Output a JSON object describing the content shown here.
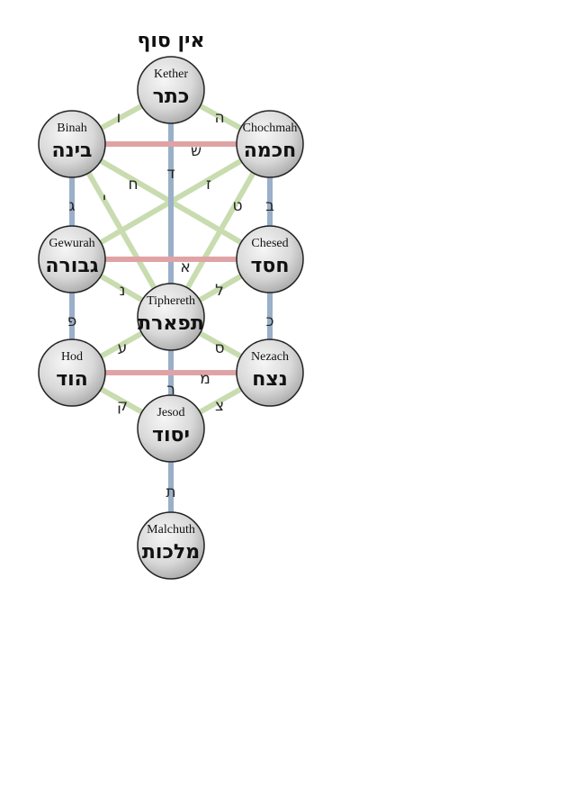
{
  "title": "אין סוף",
  "colors": {
    "vertical": "#9aafc8",
    "horizontal": "#e0a3a5",
    "diagonal": "#c8dcb0",
    "node_stroke": "#222222"
  },
  "sephiroth": [
    {
      "id": "kether",
      "name": "Kether",
      "hebrew": "כתר"
    },
    {
      "id": "binah",
      "name": "Binah",
      "hebrew": "בינה"
    },
    {
      "id": "chochmah",
      "name": "Chochmah",
      "hebrew": "חכמה"
    },
    {
      "id": "gewurah",
      "name": "Gewurah",
      "hebrew": "גבורה"
    },
    {
      "id": "chesed",
      "name": "Chesed",
      "hebrew": "חסד"
    },
    {
      "id": "tiphereth",
      "name": "Tiphereth",
      "hebrew": "תפארת"
    },
    {
      "id": "hod",
      "name": "Hod",
      "hebrew": "הוד"
    },
    {
      "id": "nezach",
      "name": "Nezach",
      "hebrew": "נצח"
    },
    {
      "id": "jesod",
      "name": "Jesod",
      "hebrew": "יסוד"
    },
    {
      "id": "malchuth",
      "name": "Malchuth",
      "hebrew": "מלכות"
    }
  ],
  "paths": [
    {
      "letter": "ו",
      "from": "kether",
      "to": "binah",
      "kind": "diagonal"
    },
    {
      "letter": "ה",
      "from": "kether",
      "to": "chochmah",
      "kind": "diagonal"
    },
    {
      "letter": "ד",
      "from": "kether",
      "to": "tiphereth",
      "kind": "vertical"
    },
    {
      "letter": "ש",
      "from": "binah",
      "to": "chochmah",
      "kind": "horizontal"
    },
    {
      "letter": "ג",
      "from": "binah",
      "to": "gewurah",
      "kind": "vertical"
    },
    {
      "letter": "ח",
      "from": "binah",
      "to": "tiphereth",
      "kind": "diagonal"
    },
    {
      "letter": "י",
      "from": "binah",
      "to": "chesed",
      "kind": "diagonal"
    },
    {
      "letter": "ב",
      "from": "chochmah",
      "to": "chesed",
      "kind": "vertical"
    },
    {
      "letter": "ז",
      "from": "chochmah",
      "to": "tiphereth",
      "kind": "diagonal"
    },
    {
      "letter": "ט",
      "from": "chochmah",
      "to": "gewurah",
      "kind": "diagonal"
    },
    {
      "letter": "א",
      "from": "gewurah",
      "to": "chesed",
      "kind": "horizontal"
    },
    {
      "letter": "נ",
      "from": "gewurah",
      "to": "tiphereth",
      "kind": "diagonal"
    },
    {
      "letter": "פ",
      "from": "gewurah",
      "to": "hod",
      "kind": "vertical"
    },
    {
      "letter": "ל",
      "from": "chesed",
      "to": "tiphereth",
      "kind": "diagonal"
    },
    {
      "letter": "כ",
      "from": "chesed",
      "to": "nezach",
      "kind": "vertical"
    },
    {
      "letter": "ע",
      "from": "tiphereth",
      "to": "hod",
      "kind": "diagonal"
    },
    {
      "letter": "ס",
      "from": "tiphereth",
      "to": "nezach",
      "kind": "diagonal"
    },
    {
      "letter": "ר",
      "from": "tiphereth",
      "to": "jesod",
      "kind": "vertical"
    },
    {
      "letter": "מ",
      "from": "hod",
      "to": "nezach",
      "kind": "horizontal"
    },
    {
      "letter": "ק",
      "from": "hod",
      "to": "jesod",
      "kind": "diagonal"
    },
    {
      "letter": "צ",
      "from": "nezach",
      "to": "jesod",
      "kind": "diagonal"
    },
    {
      "letter": "ת",
      "from": "jesod",
      "to": "malchuth",
      "kind": "vertical"
    }
  ]
}
